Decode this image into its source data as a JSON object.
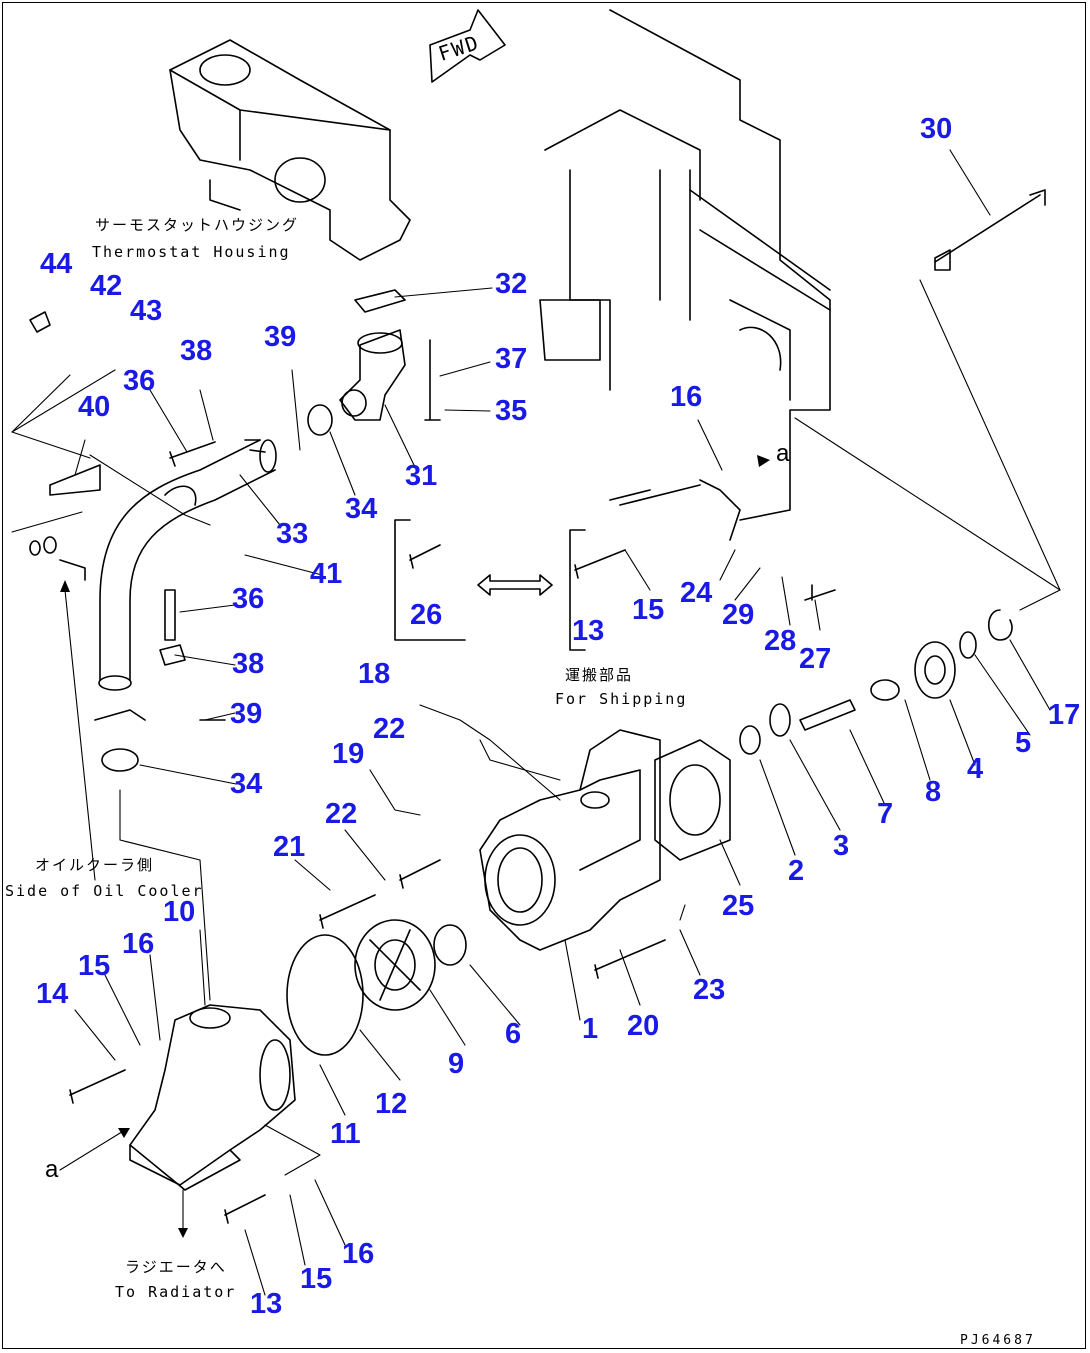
{
  "diagram": {
    "orientation": "FWD",
    "drawing_code": "PJ64687",
    "view_marker": "a",
    "labels": {
      "thermostat_jp": "サーモスタットハウジング",
      "thermostat_en": "Thermostat Housing",
      "shipping_jp": "運搬部品",
      "shipping_en": "For Shipping",
      "oil_cooler_jp": "オイルクーラ側",
      "oil_cooler_en": "Side of Oil Cooler",
      "radiator_jp": "ラジエータへ",
      "radiator_en": "To Radiator"
    },
    "part_numbers": [
      "30",
      "44",
      "42",
      "43",
      "32",
      "38",
      "39",
      "37",
      "36",
      "35",
      "40",
      "16",
      "31",
      "33",
      "34",
      "41",
      "26",
      "13",
      "15",
      "24",
      "29",
      "28",
      "27",
      "36",
      "38",
      "39",
      "34",
      "18",
      "22",
      "19",
      "22",
      "21",
      "10",
      "16",
      "15",
      "14",
      "12",
      "11",
      "9",
      "6",
      "1",
      "20",
      "23",
      "25",
      "2",
      "3",
      "7",
      "8",
      "4",
      "5",
      "17",
      "13",
      "15",
      "16"
    ]
  }
}
